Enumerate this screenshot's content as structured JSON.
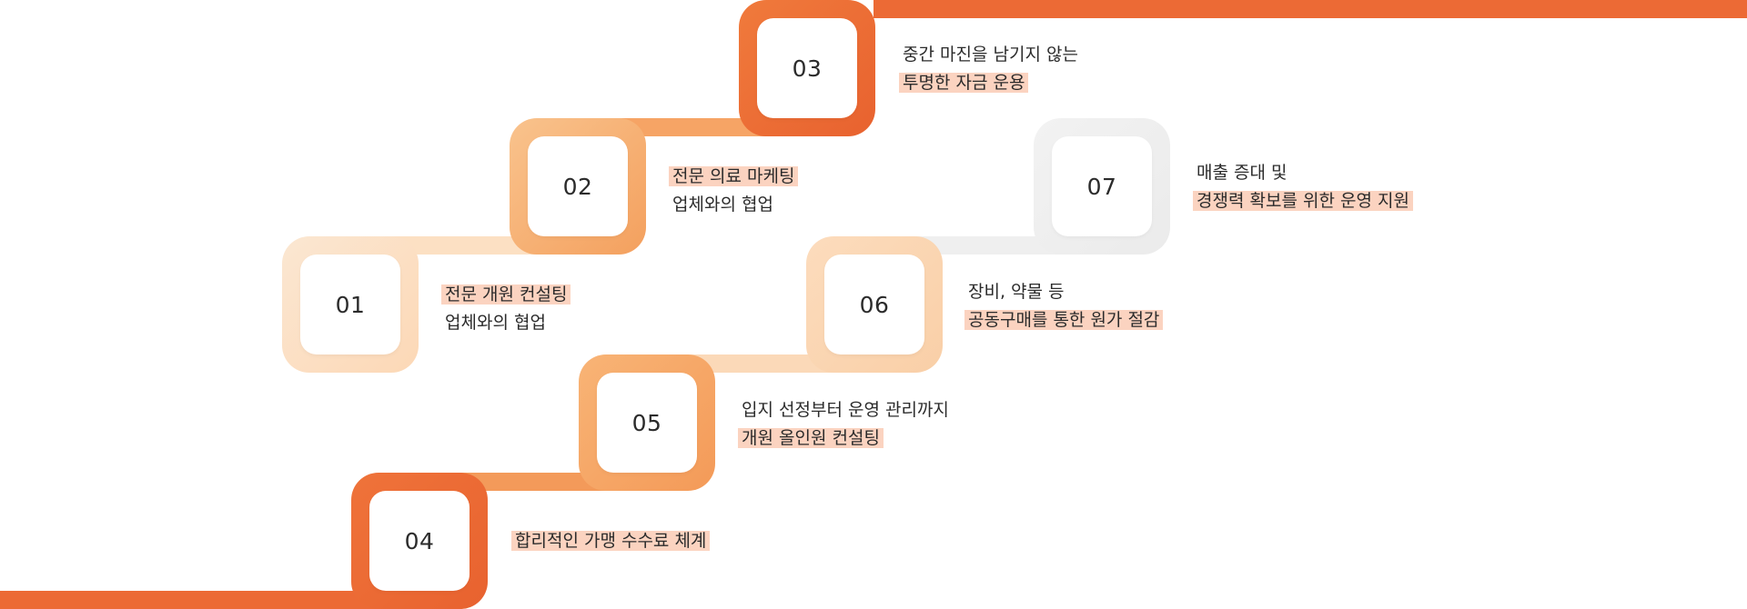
{
  "colors": {
    "deep_orange": "#ec6a35",
    "mid_orange": "#f6a465",
    "light_orange": "#fce0c3",
    "grey": "#eeeeee",
    "highlight": "#fbd3c0"
  },
  "steps": [
    {
      "number": "01",
      "line1": "전문 개원 컨설팅",
      "line2": "업체와의 협업",
      "highlight_line": 1
    },
    {
      "number": "02",
      "line1": "전문 의료 마케팅",
      "line2": "업체와의 협업",
      "highlight_line": 1
    },
    {
      "number": "03",
      "line1": "중간 마진을 남기지 않는",
      "line2": "투명한 자금 운용",
      "highlight_line": 2
    },
    {
      "number": "04",
      "line1": "합리적인 가맹 수수료 체계",
      "line2": "",
      "highlight_line": 1
    },
    {
      "number": "05",
      "line1": "입지 선정부터 운영 관리까지",
      "line2": "개원 올인원 컨설팅",
      "highlight_line": 2
    },
    {
      "number": "06",
      "line1": "장비, 약물 등",
      "line2": "공동구매를 통한 원가 절감",
      "highlight_line": 2
    },
    {
      "number": "07",
      "line1": "매출 증대 및",
      "line2": "경쟁력 확보를 위한 운영 지원",
      "highlight_line": 2
    }
  ]
}
